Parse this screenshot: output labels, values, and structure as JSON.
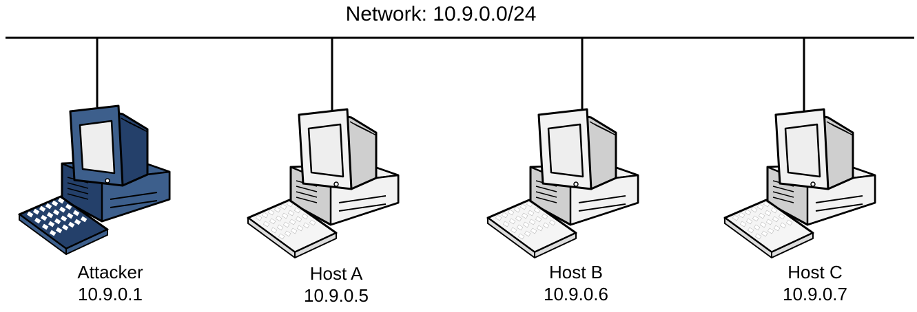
{
  "network": {
    "title": "Network: 10.9.0.0/24"
  },
  "hosts": [
    {
      "name": "Attacker",
      "ip": "10.9.0.1",
      "variant": "attacker"
    },
    {
      "name": "Host A",
      "ip": "10.9.0.5",
      "variant": "normal"
    },
    {
      "name": "Host B",
      "ip": "10.9.0.6",
      "variant": "normal"
    },
    {
      "name": "Host C",
      "ip": "10.9.0.7",
      "variant": "normal"
    }
  ],
  "colors": {
    "attacker_body": "#3d5f8c",
    "attacker_dark": "#24406a",
    "normal_body": "#f2f2f2",
    "normal_dark": "#cfcfcf",
    "screen": "#eeeeee",
    "outline": "#000000"
  }
}
